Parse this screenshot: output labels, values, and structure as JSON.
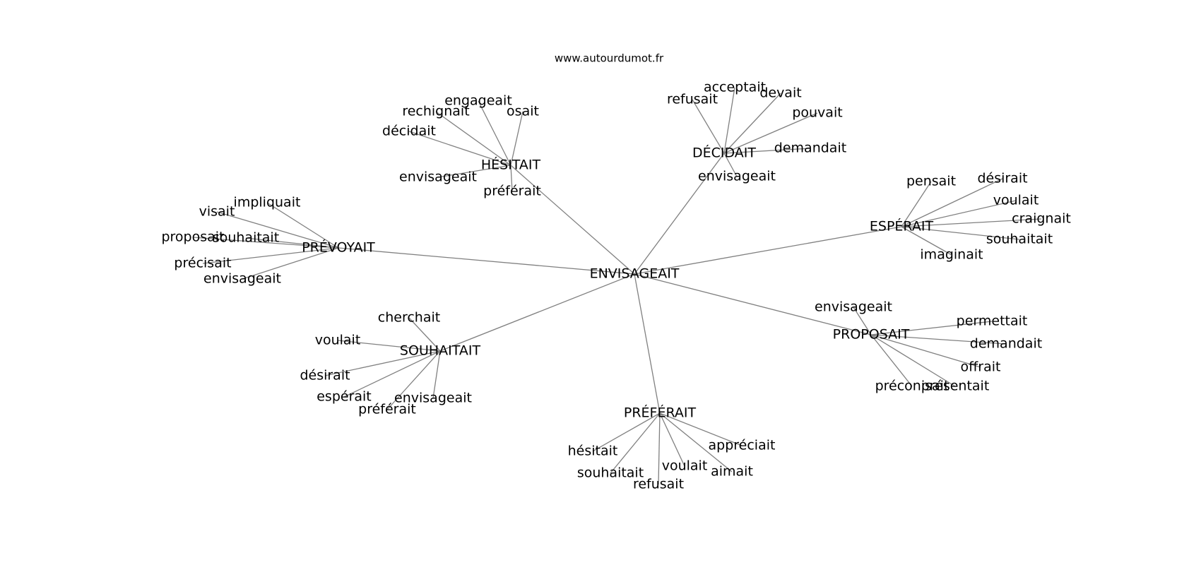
{
  "source": "www.autourdumot.fr",
  "graph": {
    "root": "ENVISAGEAIT",
    "clusters": [
      {
        "hub": "HÉSITAIT",
        "leaves": [
          "engageait",
          "rechignait",
          "osait",
          "décidait",
          "envisageait",
          "préférait"
        ]
      },
      {
        "hub": "DÉCIDAIT",
        "leaves": [
          "acceptait",
          "refusait",
          "devait",
          "pouvait",
          "demandait",
          "envisageait"
        ]
      },
      {
        "hub": "PRÉVOYAIT",
        "leaves": [
          "impliquait",
          "visait",
          "proposait",
          "souhaitait",
          "précisait",
          "envisageait"
        ]
      },
      {
        "hub": "ESPÉRAIT",
        "leaves": [
          "pensait",
          "désirait",
          "voulait",
          "craignait",
          "souhaitait",
          "imaginait"
        ]
      },
      {
        "hub": "SOUHAITAIT",
        "leaves": [
          "cherchait",
          "voulait",
          "désirait",
          "espérait",
          "envisageait",
          "préférait"
        ]
      },
      {
        "hub": "PROPOSAIT",
        "leaves": [
          "envisageait",
          "permettait",
          "demandait",
          "offrait",
          "préconisait",
          "présentait"
        ]
      },
      {
        "hub": "PRÉFÉRAIT",
        "leaves": [
          "hésitait",
          "appréciait",
          "souhaitait",
          "voulait",
          "aimait",
          "refusait"
        ]
      }
    ]
  }
}
